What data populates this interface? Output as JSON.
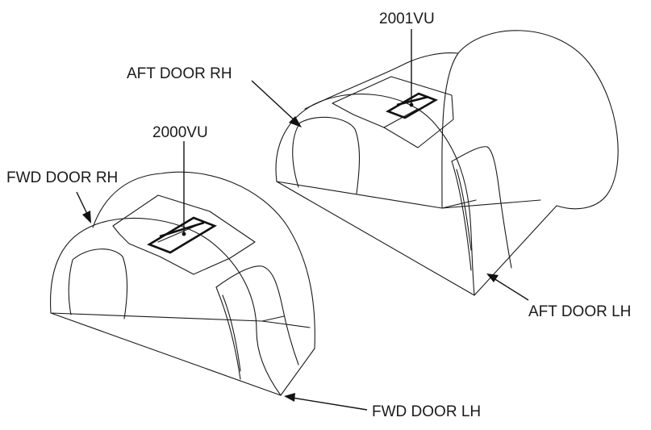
{
  "labels": {
    "panel_2001": "2001VU",
    "panel_2000": "2000VU",
    "aft_door_rh": "AFT DOOR RH",
    "fwd_door_rh": "FWD DOOR RH",
    "aft_door_lh": "AFT DOOR LH",
    "fwd_door_lh": "FWD DOOR LH"
  }
}
